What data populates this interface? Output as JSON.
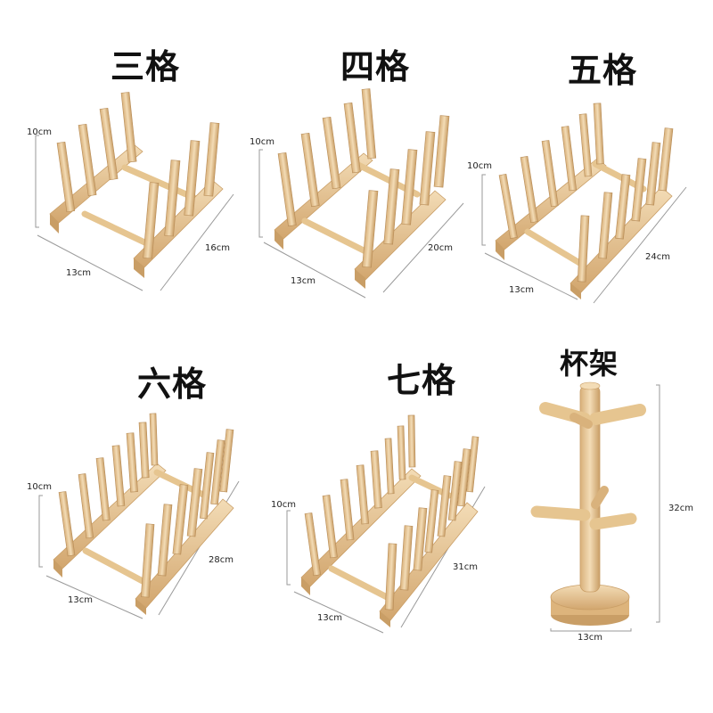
{
  "products": [
    {
      "title": "三格",
      "height": "10cm",
      "width": "13cm",
      "length": "16cm"
    },
    {
      "title": "四格",
      "height": "10cm",
      "width": "13cm",
      "length": "20cm"
    },
    {
      "title": "五格",
      "height": "10cm",
      "width": "13cm",
      "length": "24cm"
    },
    {
      "title": "六格",
      "height": "10cm",
      "width": "13cm",
      "length": "28cm"
    },
    {
      "title": "七格",
      "height": "10cm",
      "width": "13cm",
      "length": "31cm"
    },
    {
      "title": "杯架",
      "height": "32cm",
      "width": "13cm"
    }
  ],
  "colors": {
    "wood": "#e8c796",
    "wood_dark": "#c99e66",
    "wood_light": "#f3dcb6",
    "dimension_line": "#9a9a9a"
  }
}
